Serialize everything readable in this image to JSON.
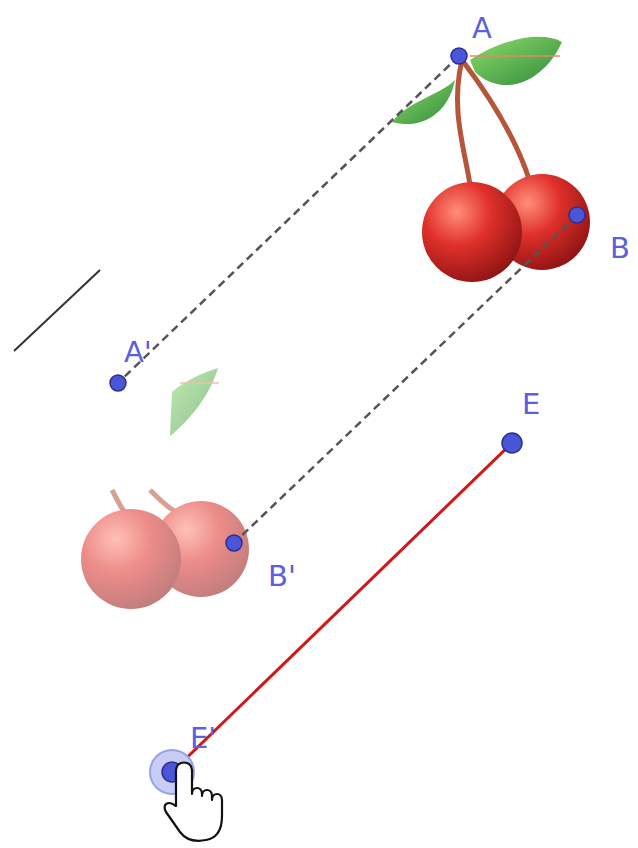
{
  "diagram": {
    "labels": [
      "A",
      "B",
      "A'",
      "B'",
      "E",
      "E'"
    ]
  }
}
